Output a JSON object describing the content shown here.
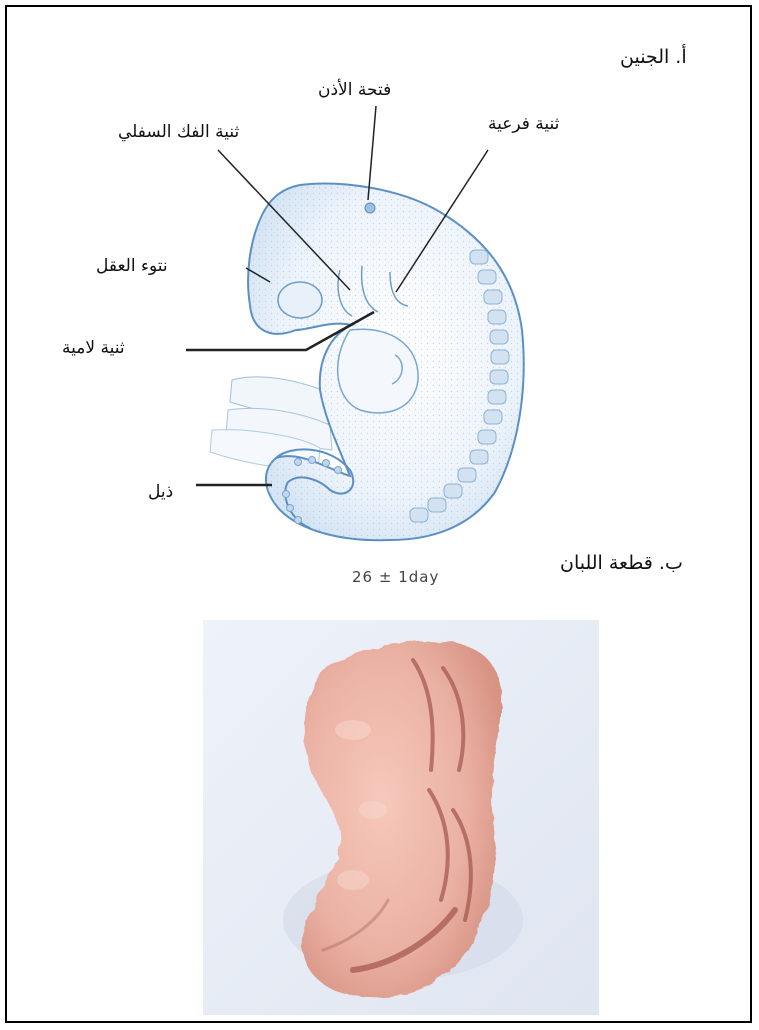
{
  "section_a": {
    "heading": "أ. الجنين"
  },
  "labels": {
    "ear_opening": "فتحة الأذن",
    "mandibular_fold": "ثنية الفك السفلي",
    "branchial_fold": "ثنية فرعية",
    "jaw_process": "نتوء العقل",
    "lambda_fold": "ثنية لامية",
    "tail": "ذيل"
  },
  "caption": "26 ± 1day",
  "section_b": {
    "heading": "ب. قطعة اللبان"
  },
  "colors": {
    "embryo_outline": "#5a8fc4",
    "embryo_fill": "#e4eef8",
    "somite": "#c3d7ec",
    "gum_base": "#ebb0a2",
    "gum_shadow": "#a65a52",
    "photo_bg": "#e7ecf6"
  }
}
